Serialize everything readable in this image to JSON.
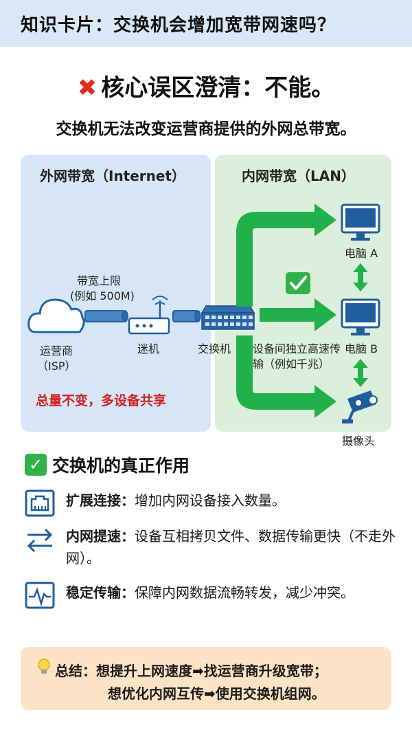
{
  "header": {
    "title": "知识卡片：交换机会增加宽带网速吗？"
  },
  "myth": {
    "icon": "cross-mark-icon",
    "icon_glyph": "✖",
    "title": "核心误区澄清：不能。",
    "subtitle": "交换机无法改变运营商提供的外网总带宽。"
  },
  "left_panel": {
    "title": "外网带宽（Internet）",
    "bandwidth_label_1": "带宽上限",
    "bandwidth_label_2": "(例如 500M)",
    "isp_label_1": "运营商",
    "isp_label_2": "（ISP）",
    "router_label": "迷机",
    "switch_label": "交换机",
    "share_note": "总量不变，多设备共享"
  },
  "right_panel": {
    "title": "内网带宽（LAN）",
    "pc_a_label": "电脑 A",
    "pc_b_label": "电脑 B",
    "camera_label": "摄像头",
    "lan_note_1": "设备间独立高速传",
    "lan_note_2": "输（例如千兆）",
    "check_glyph": "✓"
  },
  "roles": {
    "title": "交换机的真正作用",
    "check_glyph": "✓",
    "items": [
      {
        "icon": "ethernet-port-icon",
        "label": "扩展连接：",
        "text": "增加内网设备接入数量。"
      },
      {
        "icon": "transfer-arrows-icon",
        "label": "内网提速：",
        "text": "设备互相拷贝文件、数据传输更快（不走外网）。"
      },
      {
        "icon": "pulse-monitor-icon",
        "label": "稳定传输：",
        "text": "保障内网数据流畅转发，减少冲突。"
      }
    ]
  },
  "summary": {
    "icon": "lightbulb-icon",
    "line1": "总结：想提升上网速度➡找运营商升级宽带；",
    "line2": "想优化内网互传➡使用交换机组网。"
  },
  "colors": {
    "header_bg": "#d8e8f7",
    "left_panel_bg": "#d6e6f6",
    "right_panel_bg": "#dcefdc",
    "device_blue": "#1f5d9e",
    "arrow_green": "#22b04a",
    "alert_red": "#d32020",
    "summary_bg": "#fde3c6"
  }
}
